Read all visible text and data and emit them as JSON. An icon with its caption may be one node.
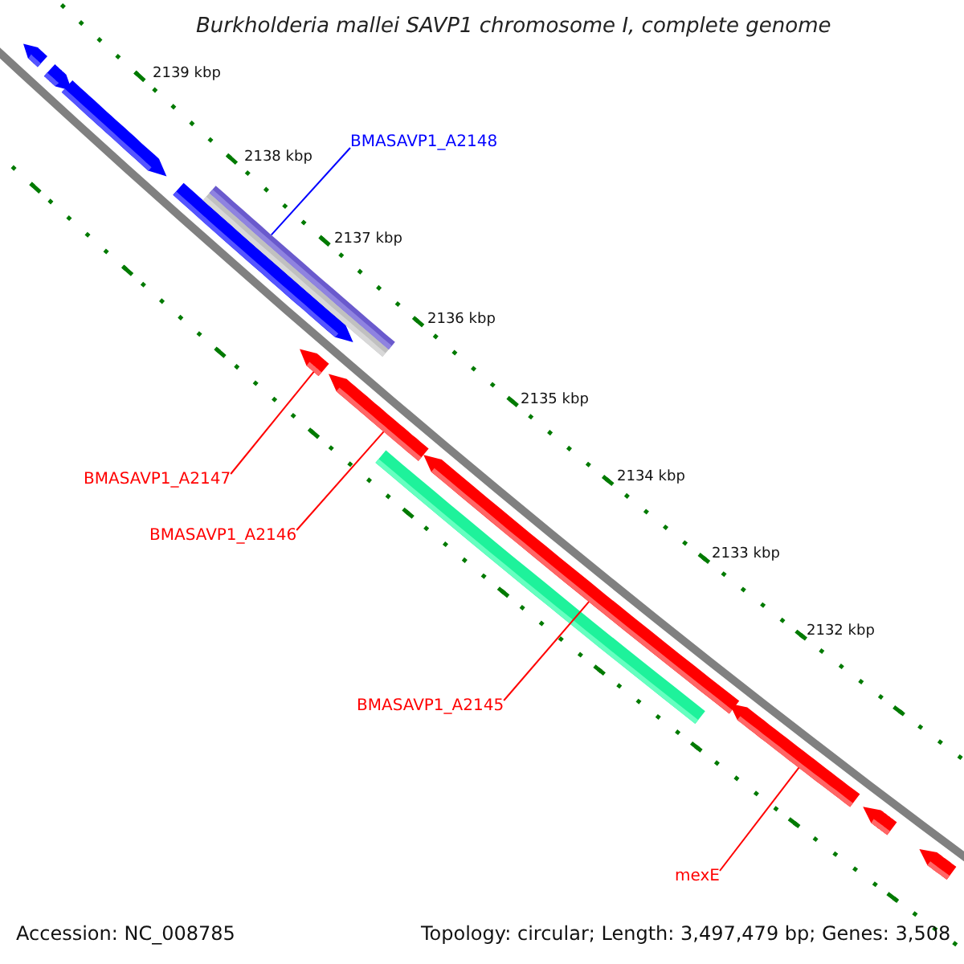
{
  "diagram": {
    "title": "Burkholderia mallei SAVP1 chromosome I, complete genome",
    "nodes": [
      {
        "text": [],
        "shape": "bar"
      },
      {
        "text": [],
        "shape": "bar"
      },
      {
        "text": [],
        "shape": "bar"
      },
      {
        "text": [],
        "shape": "bar"
      },
      {
        "text": [],
        "shape": "bar"
      },
      {
        "text": [],
        "shape": "bar"
      },
      {
        "text": [],
        "shape": "bar"
      },
      {
        "text": [],
        "shape": "bar"
      },
      {
        "text": [],
        "shape": "bar"
      },
      {
        "text": [],
        "shape": "bar"
      },
      {
        "text": [],
        "shape": "bar"
      },
      {
        "text": [],
        "shape": "bar"
      },
      {
        "text": [],
        "shape": "bar"
      },
      {
        "text": [
          "BMASAVP1_A2148"
        ]
      },
      {
        "text": [
          "BMASAVP1_A2147"
        ]
      },
      {
        "text": [
          "BMASAVP1_A2146"
        ]
      },
      {
        "text": [
          "BMASAVP1_A2145"
        ]
      },
      {
        "text": [
          "mexE"
        ]
      }
    ],
    "edges": [
      {
        "from": 13,
        "to": 5,
        "arrow": "none",
        "color": "#0000ff"
      },
      {
        "from": 14,
        "to": 6,
        "arrow": "none"
      },
      {
        "from": 15,
        "to": 7,
        "arrow": "none"
      },
      {
        "from": 16,
        "to": 8,
        "arrow": "none"
      },
      {
        "from": 17,
        "to": 10,
        "arrow": "none"
      }
    ],
    "labels": [
      "2139 kbp",
      "2138 kbp",
      "2137 kbp",
      "2136 kbp",
      "2135 kbp",
      "2134 kbp",
      "2133 kbp",
      "2132 kbp",
      "Accession: NC_008785",
      "Topology: circular; Length: 3,497,479 bp; Genes: 3,508"
    ]
  }
}
